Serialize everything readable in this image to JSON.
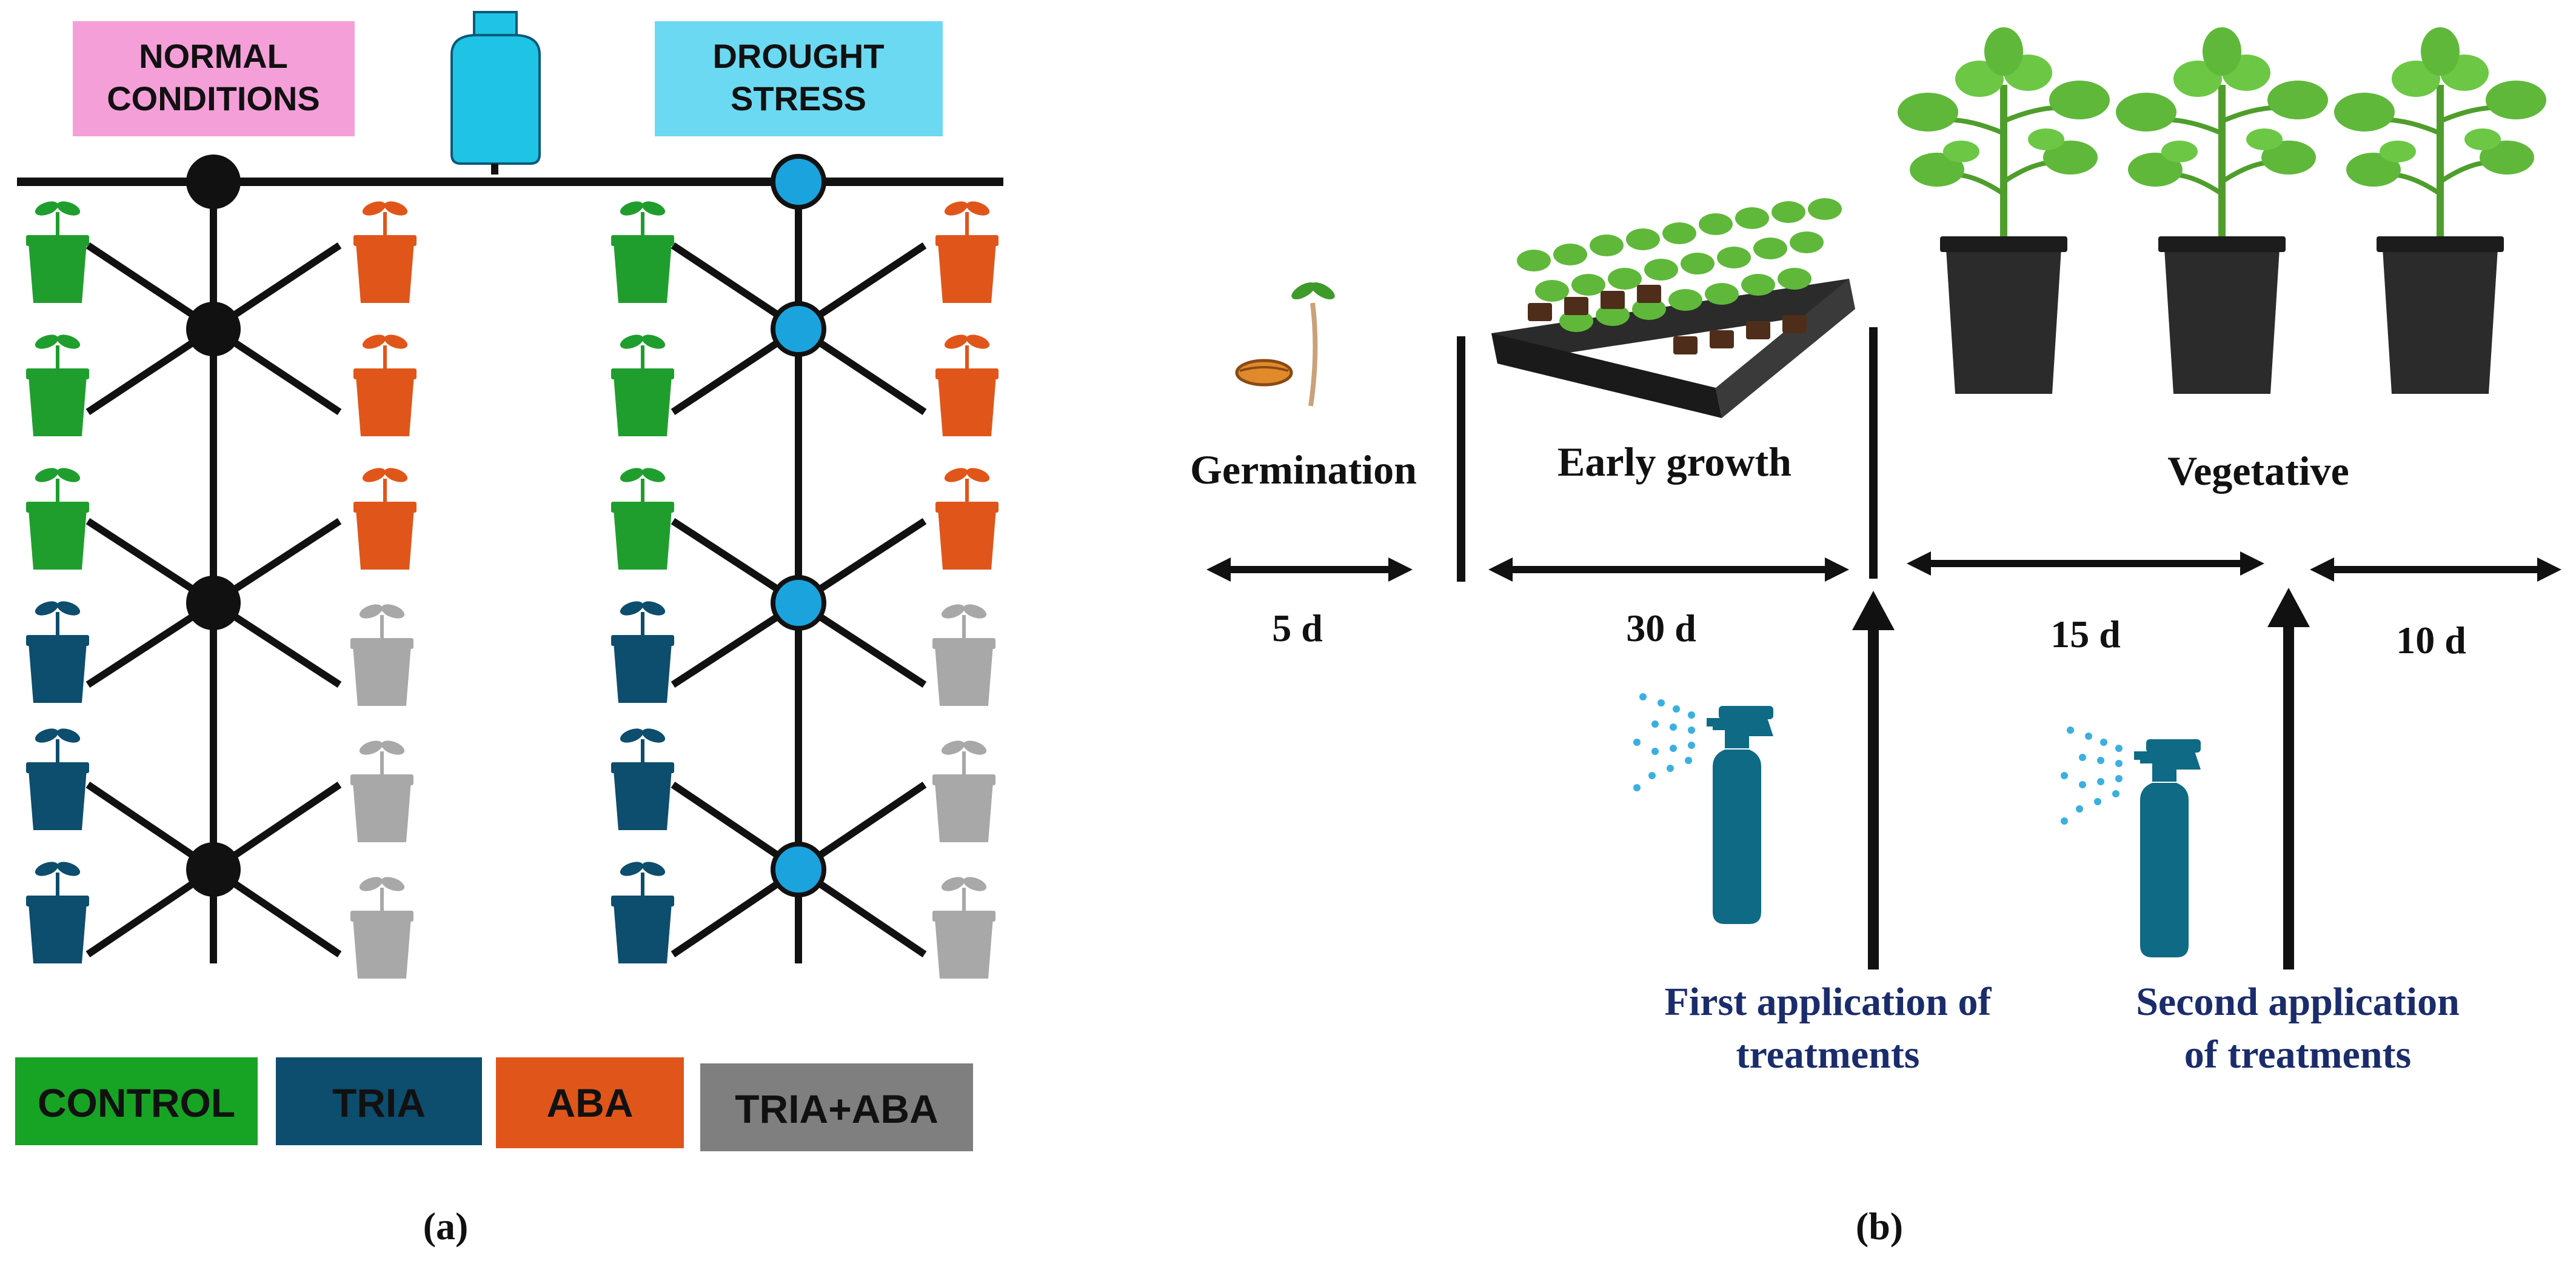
{
  "panel_a": {
    "normal_label": [
      "NORMAL",
      "CONDITIONS"
    ],
    "drought_label": [
      "DROUGHT",
      "STRESS"
    ],
    "legend": {
      "control": "CONTROL",
      "tria": "TRIA",
      "aba": "ABA",
      "tria_aba": "TRIA+ABA"
    },
    "caption": "(a)"
  },
  "panel_b": {
    "stages": {
      "germination": "Germination",
      "early_growth": "Early growth",
      "vegetative": "Vegetative"
    },
    "durations": {
      "d1": "5 d",
      "d2": "30 d",
      "d3": "15 d",
      "d4": "10 d"
    },
    "applications": {
      "first": [
        "First application of",
        "treatments"
      ],
      "second": [
        "Second application",
        "of treatments"
      ]
    },
    "caption": "(b)"
  },
  "colors": {
    "control": "#1f9e2e",
    "tria": "#0d4d6e",
    "aba": "#e0561a",
    "tria_aba": "#a8a8a8",
    "normal_box": "#f59fd9",
    "drought_box": "#6cd9f2",
    "drought_node": "#1ba3de",
    "navy_text": "#1a2c6b",
    "sprayer": "#0f6a85",
    "leaf": "#5fb83a"
  }
}
